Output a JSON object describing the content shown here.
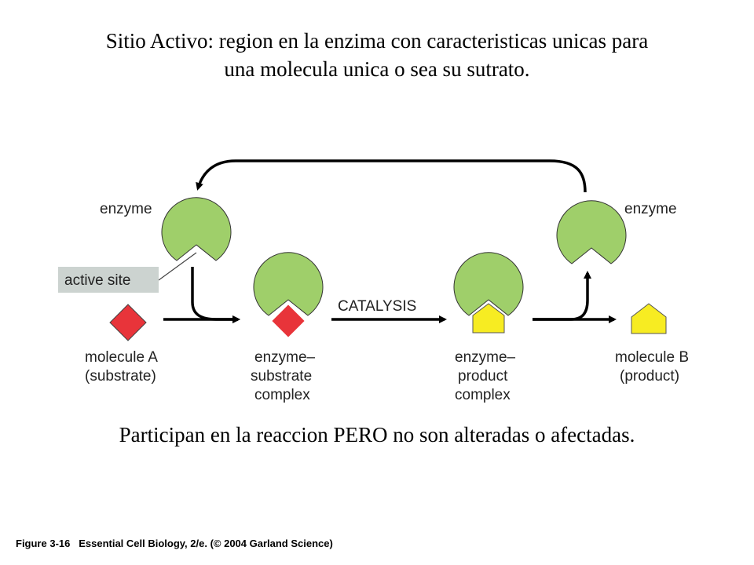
{
  "title": {
    "line1": "Sitio Activo: region en la enzima con caracteristicas unicas para",
    "line2": "una molecula unica o sea su sutrato."
  },
  "diagram": {
    "enzyme_left_label": "enzyme",
    "enzyme_right_label": "enzyme",
    "active_site_label": "active site",
    "catalysis_label": "CATALYSIS",
    "molecule_a": {
      "line1": "molecule A",
      "line2": "(substrate)"
    },
    "es_complex": {
      "line1": "enzyme–",
      "line2": "substrate",
      "line3": "complex"
    },
    "ep_complex": {
      "line1": "enzyme–",
      "line2": "product",
      "line3": "complex"
    },
    "molecule_b": {
      "line1": "molecule B",
      "line2": "(product)"
    },
    "colors": {
      "enzyme": "#9fcf6a",
      "substrate": "#e8343a",
      "product": "#f7ec22",
      "label_box": "#ccd3d0"
    }
  },
  "caption": "Participan en la reaccion PERO no son alteradas o afectadas.",
  "credit": {
    "figure": "Figure 3-16",
    "source": "Essential Cell Biology, 2/e. (© 2004 Garland Science)"
  }
}
